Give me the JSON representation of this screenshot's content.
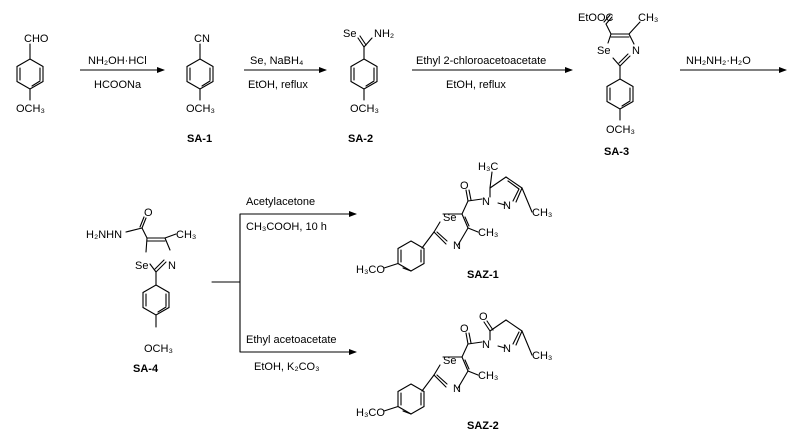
{
  "arrows": [
    {
      "reagent_top": "NH₂OH·HCl",
      "reagent_bottom": "HCOONa"
    },
    {
      "reagent_top": "Se, NaBH₄",
      "reagent_bottom": "EtOH, reflux"
    },
    {
      "reagent_top": "Ethyl 2-chloroacetoacetate",
      "reagent_bottom": "EtOH, reflux"
    },
    {
      "reagent_top": "NH₂NH₂·H₂O",
      "reagent_bottom": ""
    },
    {
      "reagent_top": "Acetylacetone",
      "reagent_bottom": "CH₃COOH, 10 h"
    },
    {
      "reagent_top": "Ethyl acetoacetate",
      "reagent_bottom": "EtOH, K₂CO₃"
    }
  ],
  "compounds": {
    "sa1": "SA-1",
    "sa2": "SA-2",
    "sa3": "SA-3",
    "sa4": "SA-4",
    "saz1": "SAZ-1",
    "saz2": "SAZ-2"
  },
  "atoms": {
    "cho": "CHO",
    "och3": "OCH₃",
    "cn": "CN",
    "se": "Se",
    "nh2": "NH₂",
    "etooc": "EtOOC",
    "ch3": "CH₃",
    "n": "N",
    "o": "O",
    "h2nhn": "H₂NHN",
    "h3c": "H₃C",
    "h3co": "H₃CO"
  }
}
